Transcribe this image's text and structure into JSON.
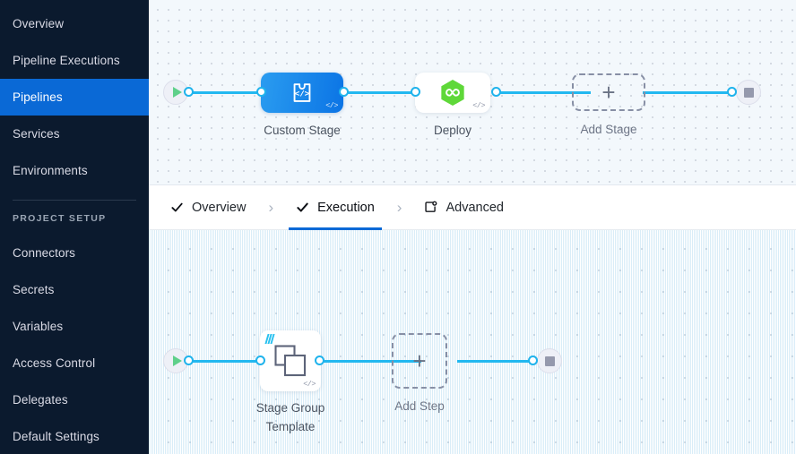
{
  "sidebar": {
    "items": [
      {
        "label": "Overview",
        "name": "sidebar-item-overview",
        "active": false
      },
      {
        "label": "Pipeline Executions",
        "name": "sidebar-item-pipeline-executions",
        "active": false
      },
      {
        "label": "Pipelines",
        "name": "sidebar-item-pipelines",
        "active": true
      },
      {
        "label": "Services",
        "name": "sidebar-item-services",
        "active": false
      },
      {
        "label": "Environments",
        "name": "sidebar-item-environments",
        "active": false
      }
    ],
    "section_label": "PROJECT SETUP",
    "setup_items": [
      {
        "label": "Connectors",
        "name": "sidebar-item-connectors"
      },
      {
        "label": "Secrets",
        "name": "sidebar-item-secrets"
      },
      {
        "label": "Variables",
        "name": "sidebar-item-variables"
      },
      {
        "label": "Access Control",
        "name": "sidebar-item-access-control"
      },
      {
        "label": "Delegates",
        "name": "sidebar-item-delegates"
      },
      {
        "label": "Default Settings",
        "name": "sidebar-item-default-settings"
      }
    ],
    "active_color": "#0a69d6",
    "background_color": "#0b1a2e"
  },
  "tabs": [
    {
      "label": "Overview",
      "icon": "check-icon",
      "active": false
    },
    {
      "label": "Execution",
      "icon": "check-icon",
      "active": true
    },
    {
      "label": "Advanced",
      "icon": "advanced-settings-icon",
      "active": false
    }
  ],
  "tab_separator": "›",
  "stage_graph": {
    "start_node": {
      "icon": "play-icon",
      "color": "#5fd08a"
    },
    "end_node": {
      "icon": "stop-icon",
      "color": "#9599ad"
    },
    "nodes": [
      {
        "label": "Custom Stage",
        "icon": "custom-stage-code-icon",
        "type": "custom",
        "badge": "</>"
      },
      {
        "label": "Deploy",
        "icon": "deploy-hexagon-icon",
        "type": "deploy",
        "badge": "</>"
      },
      {
        "label": "Add Stage",
        "icon": "plus-icon",
        "type": "add"
      }
    ]
  },
  "step_graph": {
    "start_node": {
      "icon": "play-icon",
      "color": "#5fd08a"
    },
    "end_node": {
      "icon": "stop-icon",
      "color": "#9599ad"
    },
    "nodes": [
      {
        "label_line1": "Stage Group",
        "label_line2": "Template",
        "icon": "stage-group-template-icon",
        "type": "template",
        "badge": "</>"
      },
      {
        "label": "Add Step",
        "icon": "plus-icon",
        "type": "add"
      }
    ]
  },
  "theme": {
    "edge_color": "#22b8f0",
    "port_color": "#1fb3ec",
    "canvas_top_bg": "#f3f8fc",
    "canvas_bottom_bg": "#ffffff",
    "node_blue_gradient_from": "#2a9cf0",
    "node_blue_gradient_to": "#0b74e5",
    "deploy_green": "#5fd839"
  }
}
